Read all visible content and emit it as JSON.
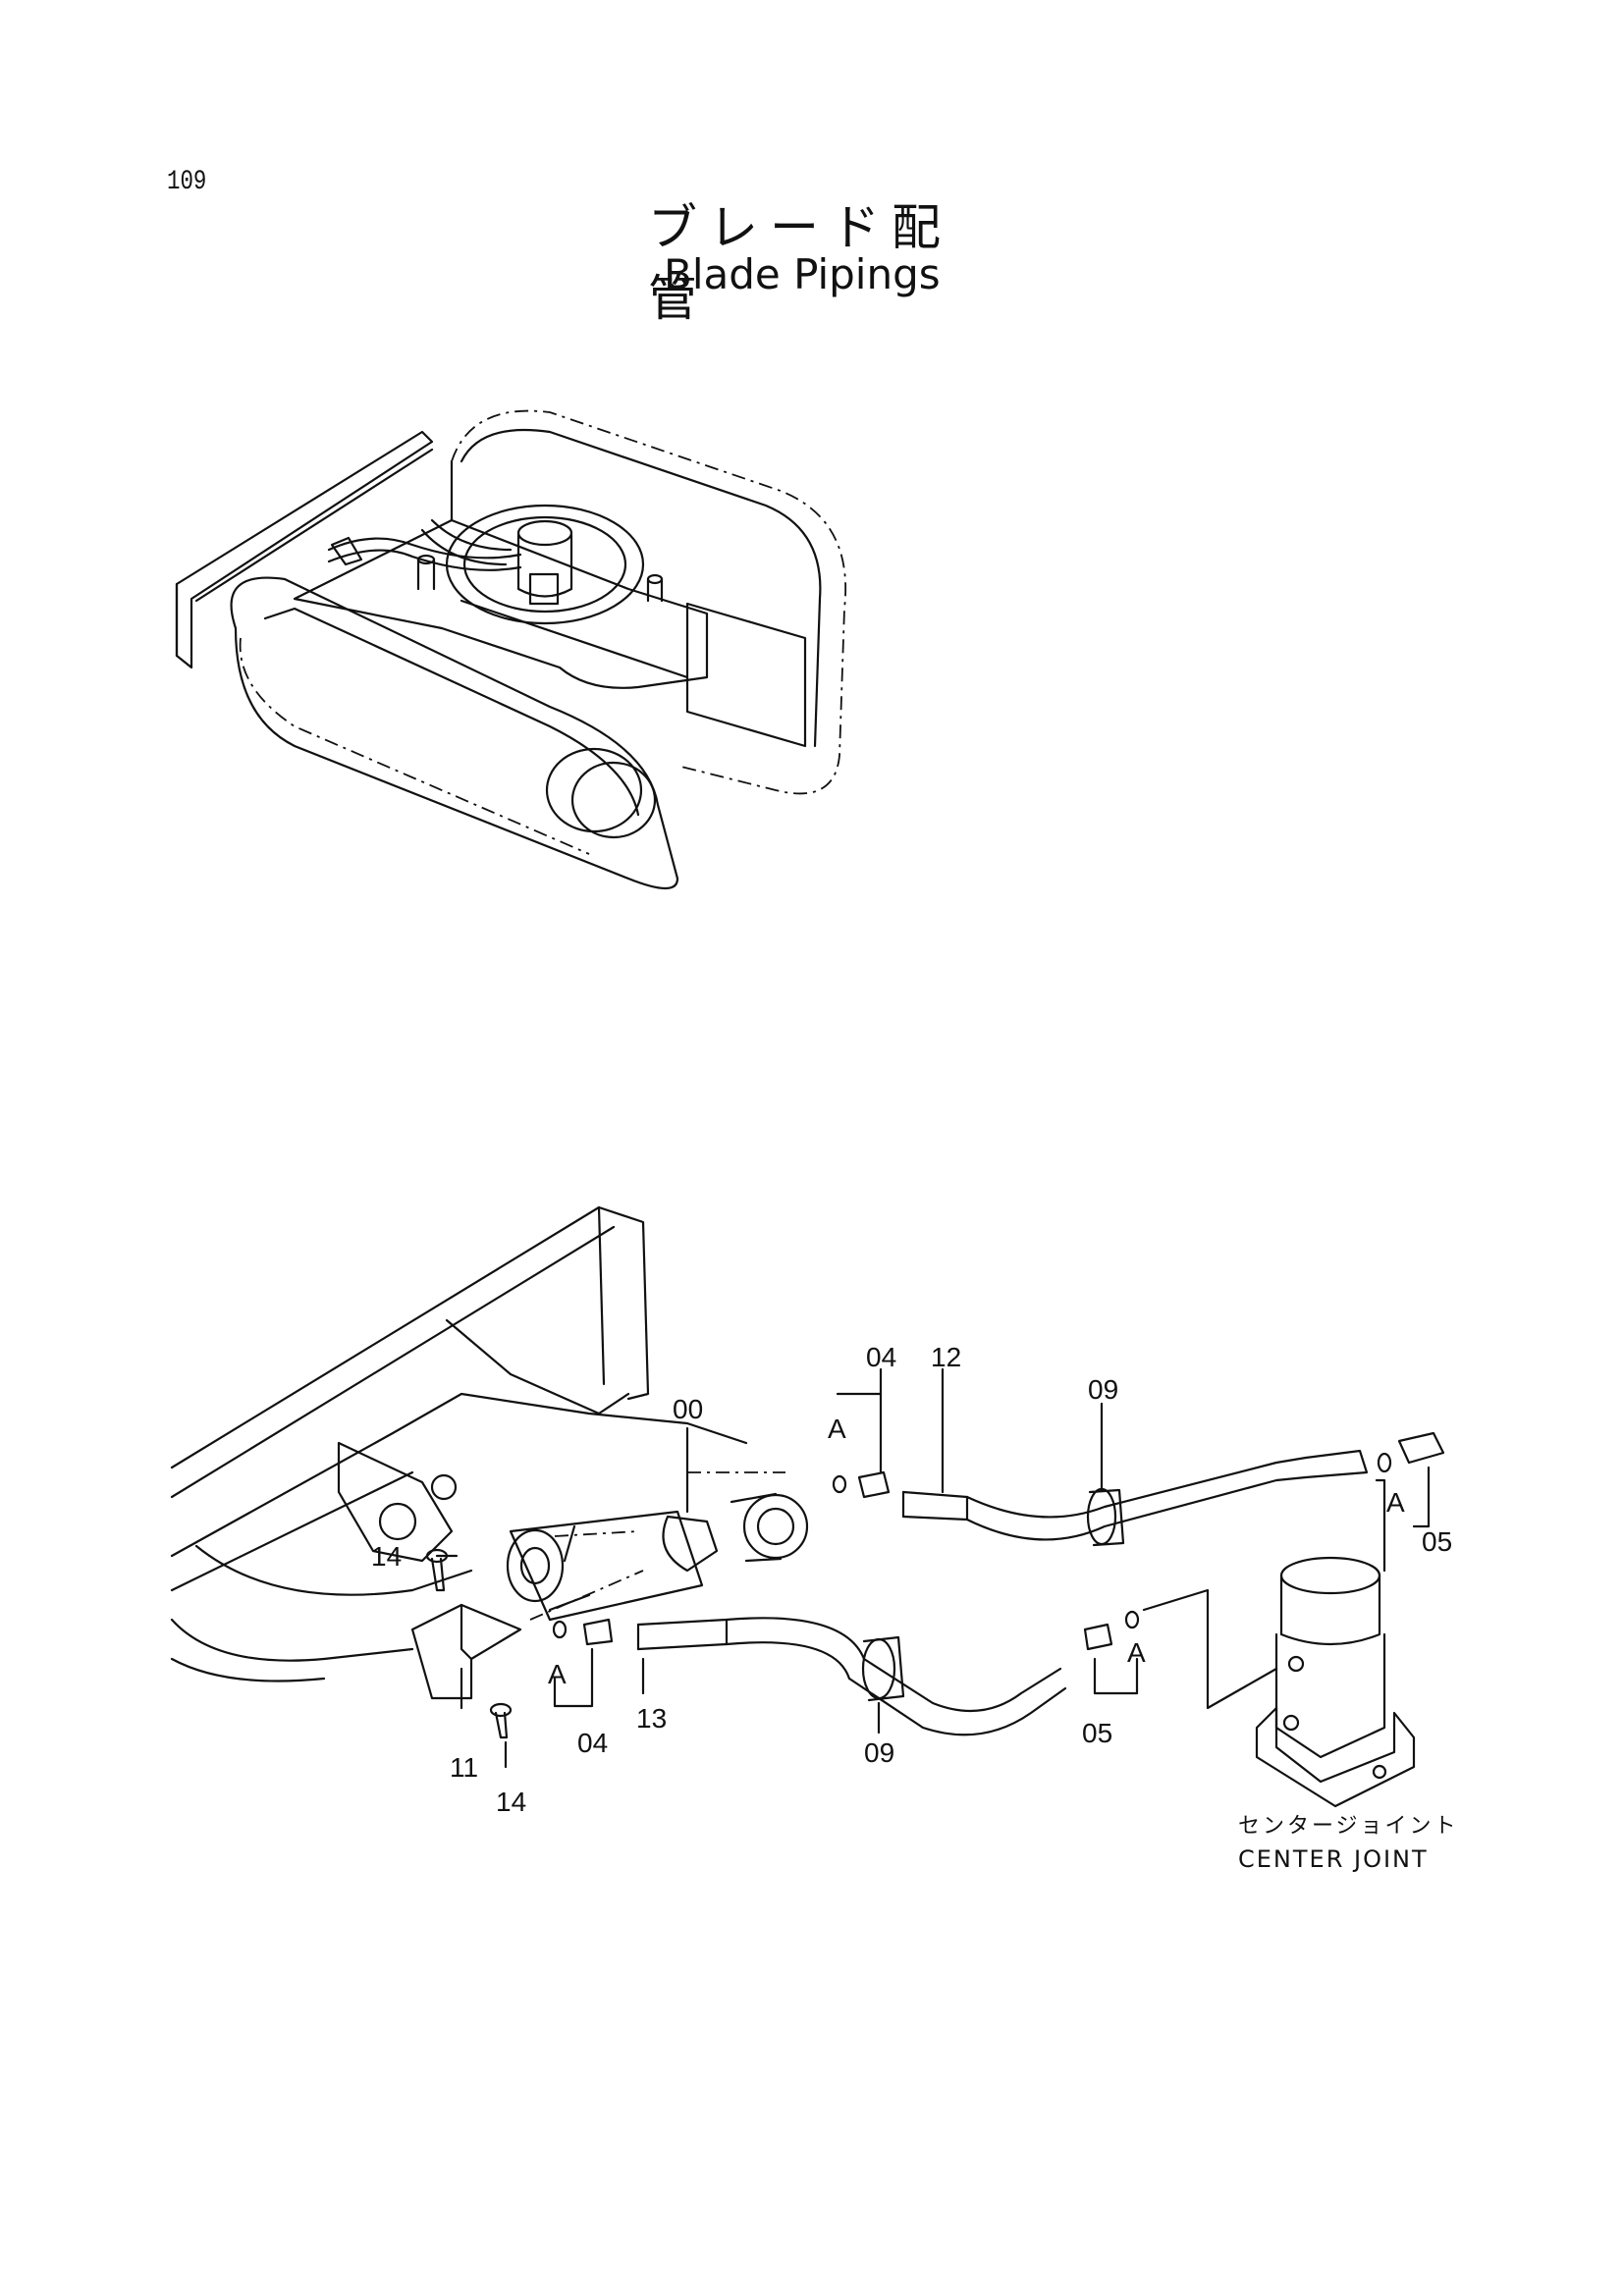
{
  "page": {
    "number": "109"
  },
  "title": {
    "japanese": "ブレード配管",
    "english": "Blade Pipings"
  },
  "overview": {
    "icon": "crawler-excavator-undercarriage-icon"
  },
  "detail": {
    "callouts": {
      "c00": "00",
      "c04_top": "04",
      "c12": "12",
      "c09_top": "09",
      "c05_right": "05",
      "c14_top": "14",
      "c11": "11",
      "c14_bottom": "14",
      "c04_bottom": "04",
      "c13": "13",
      "c09_bottom": "09",
      "c05_mid": "05"
    },
    "detail_refs": {
      "a1": "A",
      "a2": "A",
      "a3": "A",
      "a4": "A"
    },
    "center_joint": {
      "label_jp": "センタージョイント",
      "label_en": "CENTER JOINT"
    }
  }
}
